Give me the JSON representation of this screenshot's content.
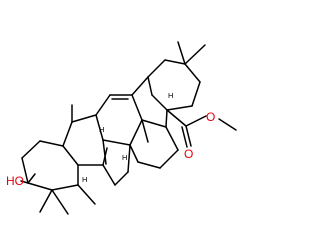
{
  "molecule": {
    "labels": {
      "hydroxyl": "HO",
      "carbonyl_oxygen": "O",
      "ester_oxygen": "O",
      "h_upper": "H",
      "h_middle": "H",
      "h_lower": "H",
      "h_bottom": "H"
    },
    "colors": {
      "bond": "#000000",
      "oxygen": "#e8000b",
      "text": "#000000"
    }
  }
}
